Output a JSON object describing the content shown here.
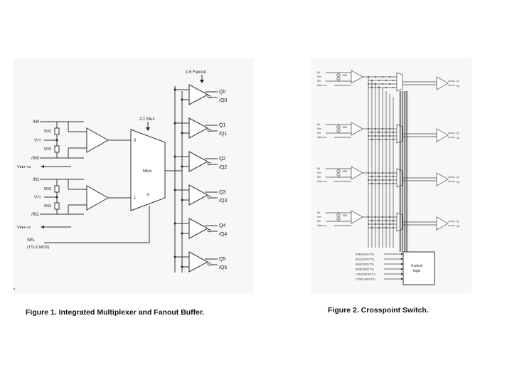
{
  "figure1": {
    "caption": "Figure 1. Integrated Multiplexer and Fanout Buffer.",
    "fanout_label": "1:6 Fanout",
    "mux_label": "2:1 Mux",
    "mux_block_label": "Mux",
    "mux_pin0": "0",
    "mux_pin1": "1",
    "mux_pin_s": "S",
    "input0": {
      "in": "IN0",
      "r1": "50Ω",
      "vtt": "Vᴛᴛ",
      "r2": "50Ω",
      "inb": "/IN0",
      "vref": "Vʀᴇꜰ-ᴀᴄ"
    },
    "input1": {
      "in": "IN1",
      "r1": "50Ω",
      "vtt": "Vᴛᴛ",
      "r2": "50Ω",
      "inb": "/IN1",
      "vref": "Vʀᴇꜰ-ᴀᴄ"
    },
    "sel_label": "SEL",
    "sel_sub": "(TTL/CMOS)",
    "outputs": [
      {
        "q": "Q0",
        "qb": "/Q0"
      },
      {
        "q": "Q1",
        "qb": "/Q1"
      },
      {
        "q": "Q2",
        "qb": "/Q2"
      },
      {
        "q": "Q3",
        "qb": "/Q3"
      },
      {
        "q": "Q4",
        "qb": "/Q4"
      },
      {
        "q": "Q5",
        "qb": "/Q5"
      }
    ]
  },
  "figure2": {
    "caption": "Figure 2. Crosspoint Switch.",
    "control_label_1": "Control",
    "control_label_2": "logic",
    "input_labels": [
      "IN",
      "Vᴛᴛ",
      "/IN",
      "Vʀᴇꜰ-ᴀᴄ"
    ],
    "input_resistor": "50Ω",
    "output_q": "Q",
    "output_qb": "/Q",
    "sel_lines": [
      "SIN0(CMOS/TTL)",
      "SIN1(CMOS/TTL)",
      "SIN2(CMOS/TTL)",
      "SIN3(CMOS/TTL)",
      "LOAD(CMOS/TTL)",
      "CONF(CMOS/TTL)"
    ]
  }
}
